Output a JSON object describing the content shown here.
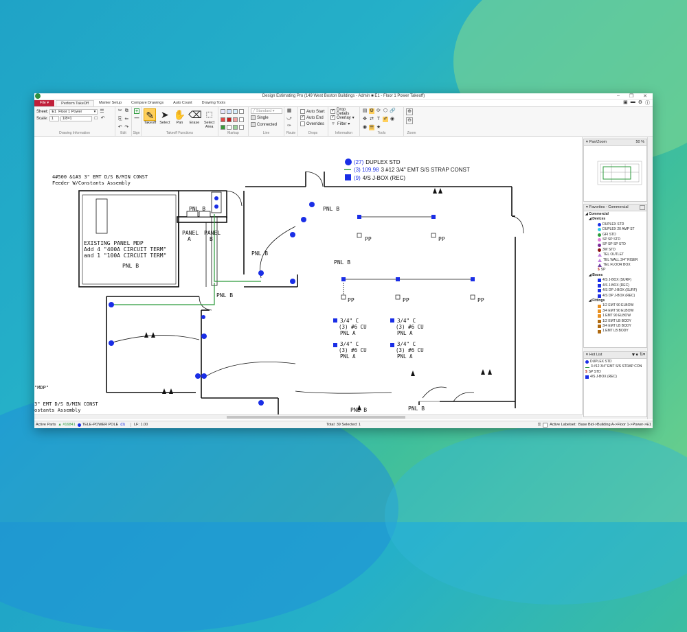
{
  "window": {
    "title": "Design Estimating Pro (149 West Boston Buildings - Admin ■ E1 - Floor 1 Power Takeoff)"
  },
  "tabs": {
    "file": "File ▾",
    "items": [
      "Perform TakeOff",
      "Marker Setup",
      "Compare Drawings",
      "Auto Count",
      "Drawing Tools"
    ]
  },
  "ribbon": {
    "drawing_info": {
      "sheet_label": "Sheet:",
      "sheet_code": "E1",
      "sheet_name": "Floor 1 Power",
      "scale_label": "Scale:",
      "scale_value": "1",
      "scale_ratio": "1/8=1",
      "group": "Drawing Information"
    },
    "edit_group": "Edit",
    "sign_group": "Sign",
    "takeoff": {
      "takeoff": "Takeoff",
      "select": "Select",
      "pan": "Pan",
      "erase": "Erase",
      "select_area_1": "Select",
      "select_area_2": "Area",
      "group": "Takeoff Functions"
    },
    "markup_group": "Markup",
    "line": {
      "standard": "Standard",
      "single": "Single",
      "connected": "Connected",
      "group": "Line"
    },
    "route_group": "Route",
    "drops": {
      "auto_start": "Auto Start",
      "auto_end": "Auto End",
      "overrides": "Overrides",
      "group": "Drops"
    },
    "information": {
      "drop_details": "Drop Details",
      "overlay": "Overlay",
      "filter": "Filter",
      "group": "Information"
    },
    "tools_group": "Tools",
    "zoom_group": "Zoom"
  },
  "legend": [
    {
      "count": "(27)",
      "text": "DUPLEX          STD",
      "color": "#1a2ee6"
    },
    {
      "count": "(3) 109.98",
      "text": "3 #12 3/4\" EMT S/S STRAP CONST",
      "color": "#2a9a3a"
    },
    {
      "count": "(9)",
      "text": "4/S J-BOX (REC)",
      "color": "#1a2ee6"
    }
  ],
  "drawing": {
    "note1": "4#500 &1#3  3\" EMT D/S B/MIN CONST",
    "note2": "Feeder W/Constants Assembly",
    "panel_mdp_1": "EXISTING PANEL MDP",
    "panel_mdp_2": "Add 4 \"400A CIRCUIT TERM\"",
    "panel_mdp_3": "and 1 \"100A CIRCUIT TERM\"",
    "pnl_b": "PNL B",
    "panel_a_1": "PANEL",
    "panel_a_2": "A",
    "panel_b_1": "PANEL",
    "panel_b_2": "B",
    "pp": "PP",
    "mdp": "\"MDP\"",
    "left_note1": "3\" EMT D/S B/MIN CONST",
    "left_note2": "ostants Assembly",
    "c34": "3/4\" C",
    "cu6": "(3) #6 CU",
    "pnl_a": "PNL A"
  },
  "panels": {
    "panzoom": {
      "title": "Pan/Zoom",
      "zoom": "50 %"
    },
    "favorites": {
      "title": "Favorites - Commercial",
      "root": "Commercial",
      "devices_title": "Devices",
      "devices": [
        {
          "label": "DUPLEX          STD",
          "color": "#1a2ee6",
          "shape": "dot"
        },
        {
          "label": "DUPLEX 20 AMP   ST",
          "color": "#2ec8e8",
          "shape": "dot"
        },
        {
          "label": "GFI              STD",
          "color": "#2a9a3a",
          "shape": "dot"
        },
        {
          "label": "SP SP            STD",
          "color": "#e07ad8",
          "shape": "dot"
        },
        {
          "label": "SP SP SP         STD",
          "color": "#7a2a9a",
          "shape": "dot"
        },
        {
          "label": "3W               STD",
          "color": "#8a1010",
          "shape": "dot"
        },
        {
          "label": "TEL OUTLET",
          "color": "#c080e0",
          "shape": "tri"
        },
        {
          "label": "TEL WALL 3/4\" RISER",
          "color": "#c080e0",
          "shape": "tri"
        },
        {
          "label": "TEL FLOOR BOX",
          "color": "#7040a0",
          "shape": "tri"
        },
        {
          "label": "SP",
          "color": "#c03020",
          "shape": "glyph"
        }
      ],
      "boxes_title": "Boxes",
      "boxes": [
        {
          "label": "4/S J-BOX (SURF)",
          "color": "#1a2ee6"
        },
        {
          "label": "4/S J-BOX (REC)",
          "color": "#1a2ee6"
        },
        {
          "label": "4/S DP J-BOX (SURF)",
          "color": "#1a2ee6"
        },
        {
          "label": "4/S DP J-BOX (REC)",
          "color": "#1a2ee6"
        }
      ],
      "fittings_title": "Fittings",
      "fittings": [
        {
          "label": "1/2 EMT 90 ELBOW",
          "color": "#e89020"
        },
        {
          "label": "3/4 EMT 90 ELBOW",
          "color": "#e89020"
        },
        {
          "label": "1 EMT 90 ELBOW",
          "color": "#e89020"
        },
        {
          "label": "1/2 EMT LB BODY",
          "color": "#b06a10"
        },
        {
          "label": "3/4 EMT LB BODY",
          "color": "#b06a10"
        },
        {
          "label": "1 EMT LB BODY",
          "color": "#b06a10"
        }
      ]
    },
    "hotlist": {
      "title": "Hot List",
      "items": [
        {
          "label": "DUPLEX          STD",
          "color": "#1a2ee6",
          "shape": "dot"
        },
        {
          "label": "3 #12 3/4\" EMT S/S STRAP CON",
          "color": "#2a9a3a",
          "shape": "line"
        },
        {
          "label": "SP               STD",
          "color": "#c03020",
          "shape": "glyph"
        },
        {
          "label": "4/S J-BOX (REC)",
          "color": "#1a2ee6",
          "shape": "box"
        }
      ]
    }
  },
  "status": {
    "active_parts": "Active Parts",
    "count_a": "▲ #16841",
    "current_item": "TELE-POWER POLE",
    "current_count": "(0)",
    "lf": "LF: 1.00",
    "totals": "Total: 39  Selected: 1",
    "active_labelset": "Active Labelset:",
    "path": "Base Bid->Building A->Floor 1->Power->E1"
  }
}
